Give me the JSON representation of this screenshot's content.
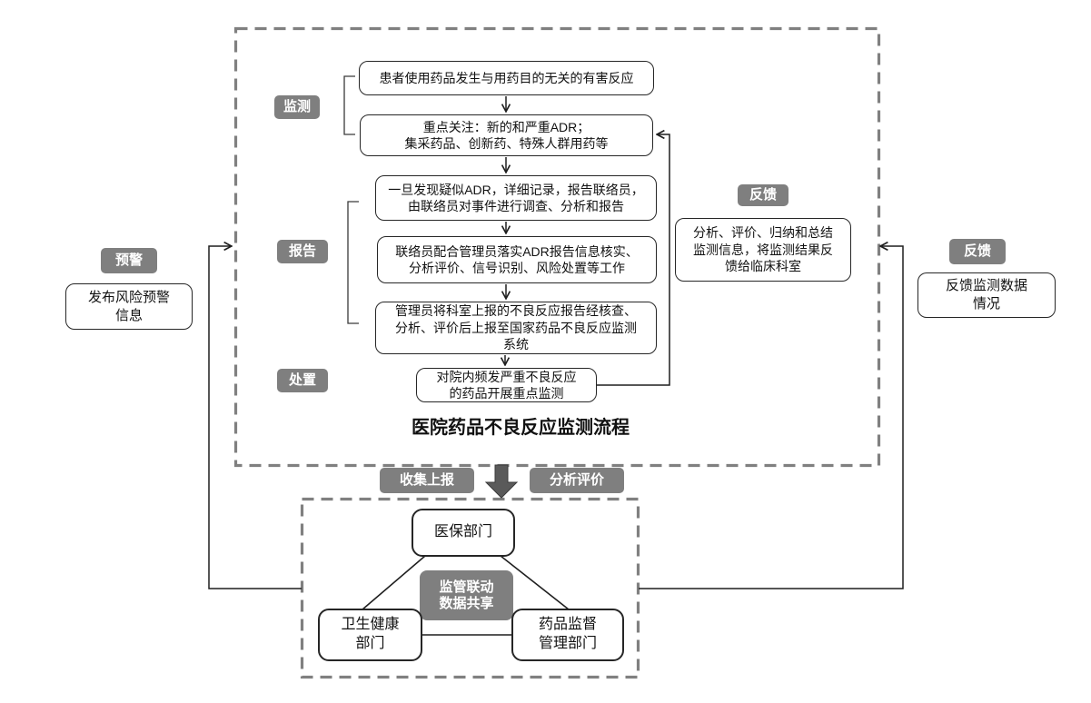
{
  "colors": {
    "label_bg": "#7f7f7f",
    "label_text": "#ffffff",
    "dashed_border": "#808080",
    "box_border": "#262626",
    "line": "#1f1f1f",
    "thick_arrow_fill": "#5a5a5a"
  },
  "top_flow": {
    "title": "医院药品不良反应监测流程",
    "stages": [
      {
        "label": "监测"
      },
      {
        "label": "报告"
      },
      {
        "label": "处置"
      }
    ],
    "boxes": [
      {
        "text": "患者使用药品发生与用药目的无关的有害反应"
      },
      {
        "text": "重点关注：新的和严重ADR；\n集采药品、创新药、特殊人群用药等"
      },
      {
        "text": "一旦发现疑似ADR，详细记录，报告联络员，\n由联络员对事件进行调查、分析和报告"
      },
      {
        "text": "联络员配合管理员落实ADR报告信息核实、\n分析评价、信号识别、风险处置等工作"
      },
      {
        "text": "管理员将科室上报的不良反应报告经核查、\n分析、评价后上报至国家药品不良反应监测\n系统"
      },
      {
        "text": "对院内频发严重不良反应\n的药品开展重点监测"
      }
    ],
    "feedback": {
      "label": "反馈",
      "text": "分析、评价、归纳和总结\n监测信息，将监测结果反\n馈给临床科室"
    }
  },
  "warning": {
    "label": "预警",
    "text": "发布风险预警\n信息"
  },
  "feedback_right": {
    "label": "反馈",
    "text": "反馈监测数据\n情况"
  },
  "transfer": {
    "collect_label": "收集上报",
    "analyze_label": "分析评价"
  },
  "regulators": {
    "center_label": "监管联动\n数据共享",
    "medical_insurance": "医保部门",
    "health": "卫生健康\n部门",
    "drug_admin": "药品监督\n管理部门"
  }
}
